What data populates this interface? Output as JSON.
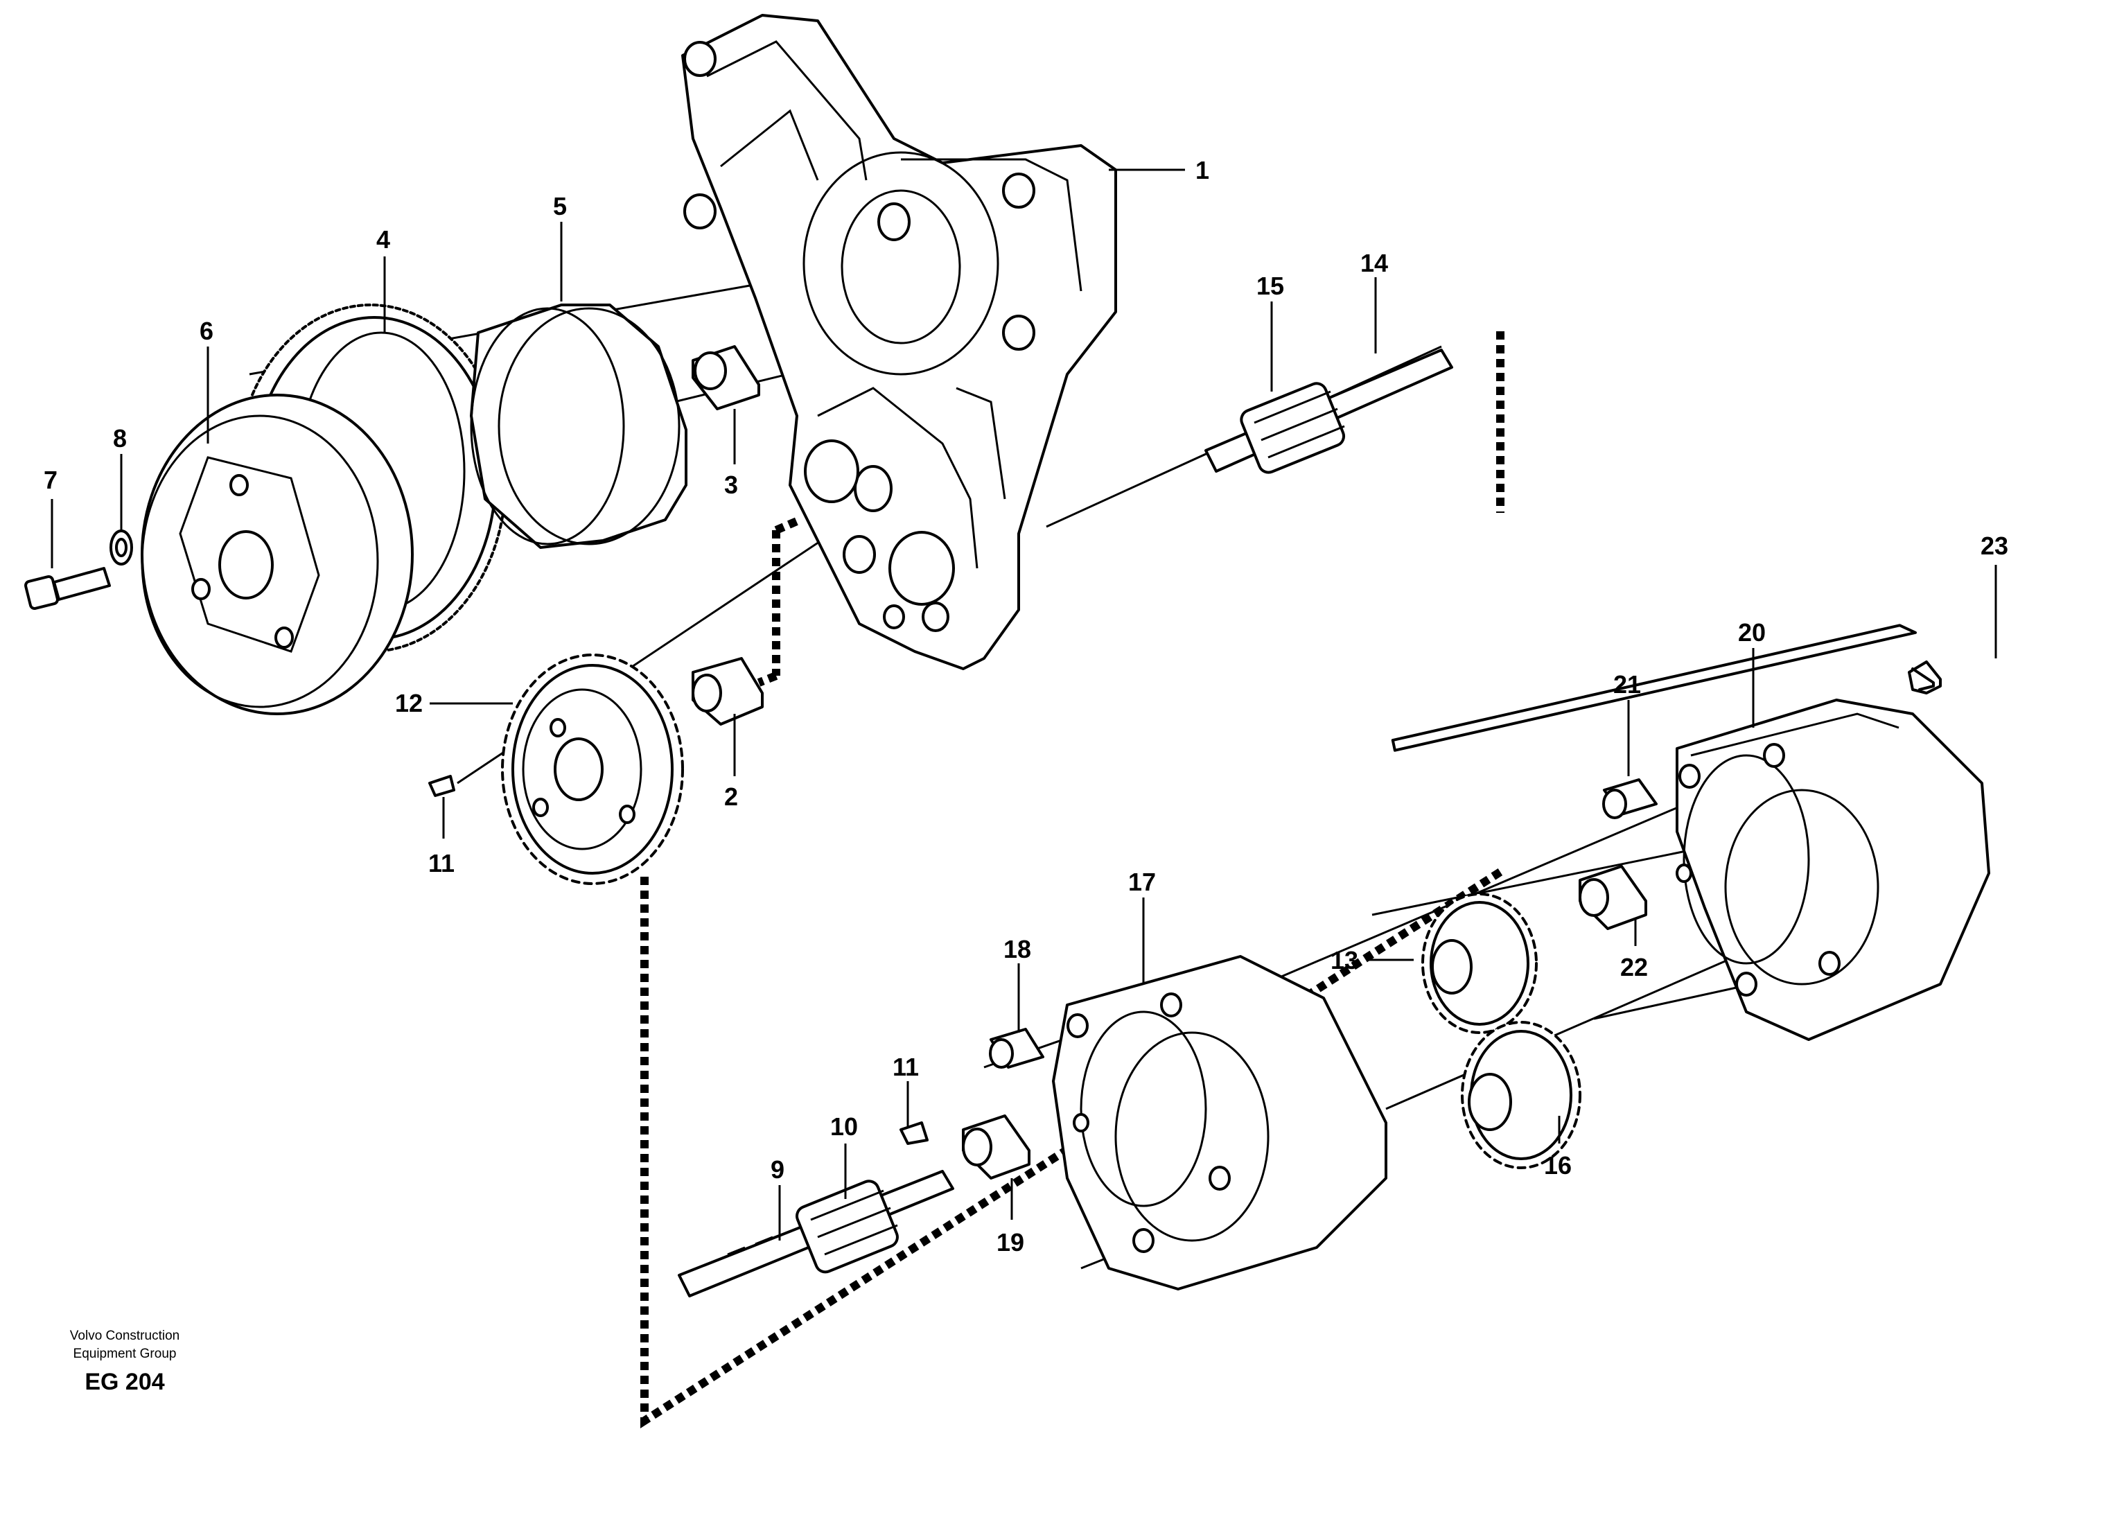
{
  "parts": [
    {
      "label": "1"
    },
    {
      "label": "2"
    },
    {
      "label": "3"
    },
    {
      "label": "4"
    },
    {
      "label": "5"
    },
    {
      "label": "6"
    },
    {
      "label": "7"
    },
    {
      "label": "8"
    },
    {
      "label": "9"
    },
    {
      "label": "10"
    },
    {
      "label": "11"
    },
    {
      "label": "11"
    },
    {
      "label": "12"
    },
    {
      "label": "13"
    },
    {
      "label": "14"
    },
    {
      "label": "15"
    },
    {
      "label": "16"
    },
    {
      "label": "17"
    },
    {
      "label": "18"
    },
    {
      "label": "19"
    },
    {
      "label": "20"
    },
    {
      "label": "21"
    },
    {
      "label": "22"
    },
    {
      "label": "23"
    }
  ],
  "footer": {
    "credit_line1": "Volvo Construction",
    "credit_line2": "Equipment Group",
    "code": "EG 204"
  }
}
